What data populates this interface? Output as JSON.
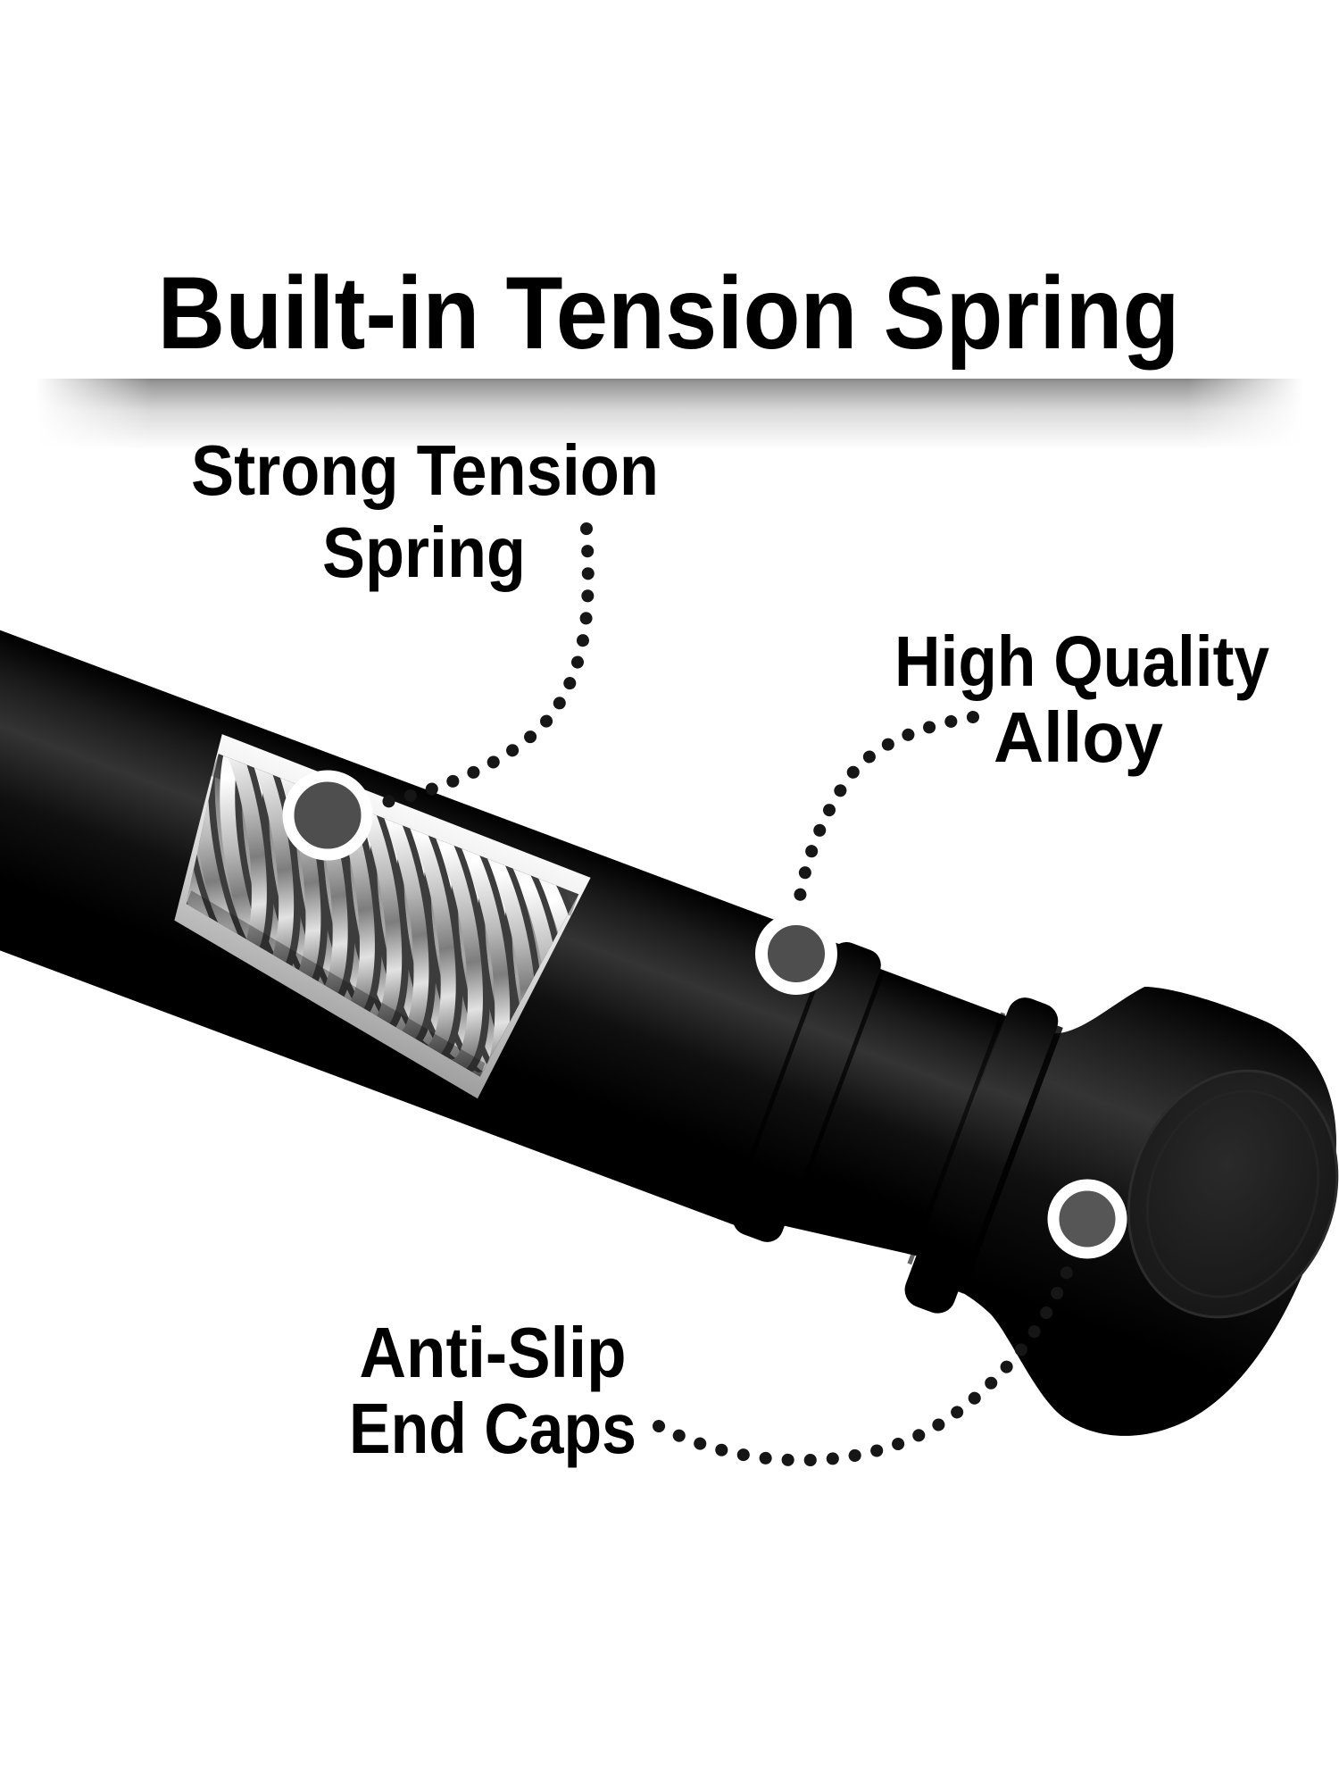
{
  "title": "Built-in Tension Spring",
  "annotations": {
    "spring": {
      "line1": "Strong Tension",
      "line2": "Spring"
    },
    "alloy": {
      "line1": "High Quality",
      "line2": "Alloy"
    },
    "endcaps": {
      "line1": "Anti-Slip",
      "line2": "End Caps"
    }
  },
  "callouts": [
    {
      "feature": "tension-spring",
      "dot_color": "#4e4e4e",
      "ring_color": "#ffffff"
    },
    {
      "feature": "alloy-tube",
      "dot_color": "#4e4e4e",
      "ring_color": "#ffffff"
    },
    {
      "feature": "end-cap",
      "dot_color": "#565656",
      "ring_color": "#ffffff"
    }
  ],
  "colors": {
    "background": "#ffffff",
    "text": "#000000",
    "rod_black": "#0a0a0a",
    "chrome_silver": "#d8d8d8",
    "callout_dot_gray": "#4e4e4e",
    "callout_ring_white": "#ffffff",
    "divider_gray": "#8e8e8e",
    "leader_dot_black": "#161616"
  }
}
